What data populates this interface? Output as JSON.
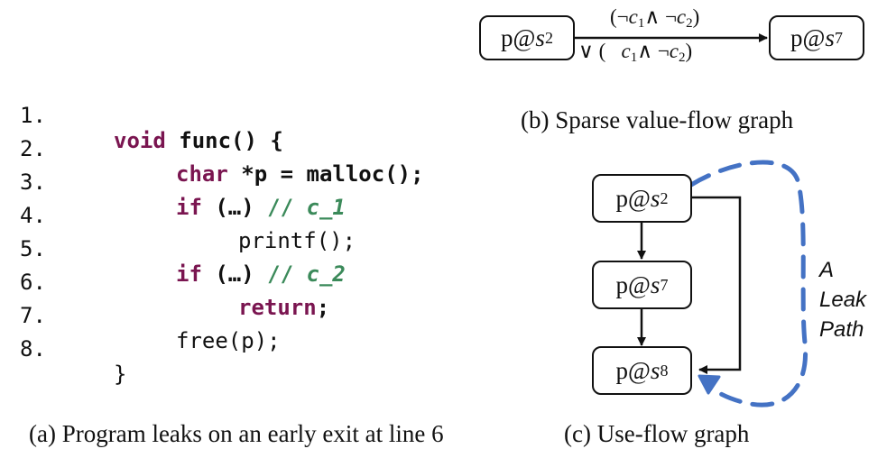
{
  "code": {
    "numbers": [
      "1.",
      "2.",
      "3.",
      "4.",
      "5.",
      "6.",
      "7.",
      "8."
    ],
    "l1": {
      "kw": "void",
      "rest": "func() {"
    },
    "l2": {
      "kw": "char",
      "rest": "*p = malloc();"
    },
    "l3": {
      "kw": "if",
      "rest": "(…)",
      "comment_prefix": "//",
      "comment_var": "c_1"
    },
    "l4": {
      "text": "printf();"
    },
    "l5": {
      "kw": "if",
      "rest": "(…)",
      "comment_prefix": "//",
      "comment_var": "c_2"
    },
    "l6": {
      "kw": "return",
      "rest": ";"
    },
    "l7": {
      "text": "free(p);"
    },
    "l8": {
      "text": "}"
    }
  },
  "captions": {
    "a": "(a) Program leaks on an early exit at line 6",
    "b": "(b) Sparse value-flow graph",
    "c": "(c) Use-flow graph"
  },
  "graph_b": {
    "node_left": {
      "prefix": "p@ ",
      "var": "s",
      "sub": "2"
    },
    "node_right": {
      "prefix": "p@",
      "var": "s",
      "sub": "7"
    },
    "cond_top": {
      "open": "(¬",
      "c1": "c",
      "c1_sub": "1",
      "mid": "∧ ¬",
      "c2": "c",
      "c2_sub": "2",
      "close": ")"
    },
    "cond_bottom": {
      "open": "∨ (",
      "c1": "c",
      "c1_sub": "1",
      "mid": "∧ ¬",
      "c2": "c",
      "c2_sub": "2",
      "close": ")"
    }
  },
  "graph_c": {
    "n1": {
      "prefix": "p@",
      "var": "s",
      "sub": "2"
    },
    "n2": {
      "prefix": "p@",
      "var": "s",
      "sub": "7"
    },
    "n3": {
      "prefix": "p@",
      "var": "s",
      "sub": "8"
    },
    "leak_label": [
      "A",
      "Leak",
      "Path"
    ],
    "leak_color": "#4472c4"
  }
}
